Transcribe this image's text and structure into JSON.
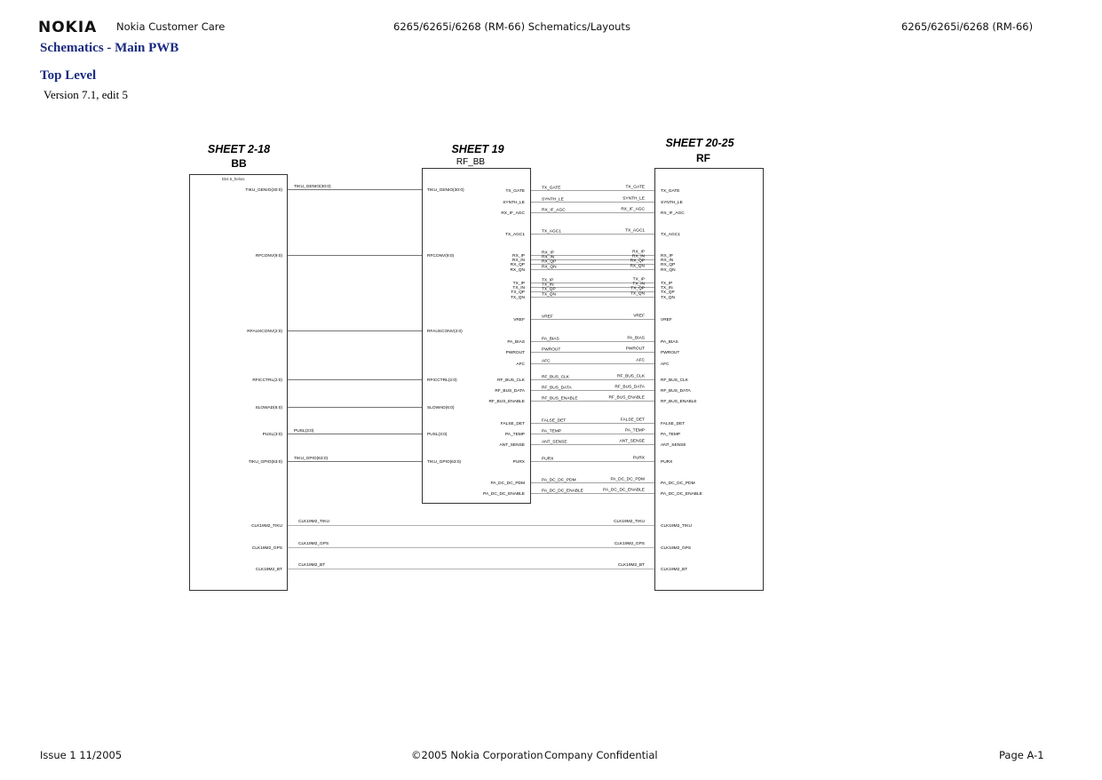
{
  "header": {
    "logo": "NOKIA",
    "left": "Nokia Customer Care",
    "center": "6265/6265i/6268 (RM-66)  Schematics/Layouts",
    "right": "6265/6265i/6268 (RM-66)"
  },
  "title": "Schematics - Main PWB",
  "subtitle": "Top Level",
  "version": "Version 7.1, edit 5",
  "footer": {
    "left": "Issue 1 11/2005",
    "center_left": "©2005 Nokia Corporation",
    "center_right": "Company Confidential",
    "right": "Page A-1"
  },
  "schematic": {
    "blocks": {
      "bb": {
        "sheet": "SHEET 2-18",
        "name": "BB",
        "inner": "bb4.5_helios"
      },
      "rfbb": {
        "sheet": "SHEET 19",
        "name": "RF_BB"
      },
      "rf": {
        "sheet": "SHEET 20-25",
        "name": "RF"
      }
    },
    "bb_rfbb_buses": [
      {
        "left_port": "TIKU_GENIO(30:0)",
        "wire": "TIKU_GENIO(30:0)",
        "right_port": "TIKU_GENIO(30:0)"
      },
      {
        "left_port": "RFCONV(9:0)",
        "wire": "",
        "right_port": "RFCONV(9:0)"
      },
      {
        "left_port": "RFAUXCONV(2:0)",
        "wire": "",
        "right_port": "RFAUXCONV(2:0)"
      },
      {
        "left_port": "RFICCTRL(2:0)",
        "wire": "",
        "right_port": "RFICCTRL(2:0)"
      },
      {
        "left_port": "SLOWAD(6:0)",
        "wire": "",
        "right_port": "SLOWAD(6:0)"
      },
      {
        "left_port": "PUSL(3:0)",
        "wire": "PUSL(3:0)",
        "right_port": "PUSL(3:0)"
      },
      {
        "left_port": "TIKU_GPIO(63:0)",
        "wire": "TIKU_GPIO(63:0)",
        "right_port": "TIKU_GPIO(63:0)"
      }
    ],
    "rf_signals": [
      "TX_GATE",
      "SYNTH_LE",
      "RX_IF_AGC",
      "TX_AGC1",
      "RX_IP",
      "RX_IN",
      "RX_QP",
      "RX_QN",
      "TX_IP",
      "TX_IN",
      "TX_QP",
      "TX_QN",
      "VREF",
      "PA_BIAS",
      "PWROUT",
      "AFC",
      "RF_BUS_CLK",
      "RF_BUS_DATA",
      "RF_BUS_ENABLE",
      "FALSE_DET",
      "PA_TEMP",
      "ANT_SENSE",
      "PURX",
      "PA_DC_DC_PDM",
      "PA_DC_DC_ENABLE"
    ],
    "clocks": [
      "CLK19M2_TIKU",
      "CLK19M2_GPS",
      "CLK19M2_BT"
    ]
  }
}
